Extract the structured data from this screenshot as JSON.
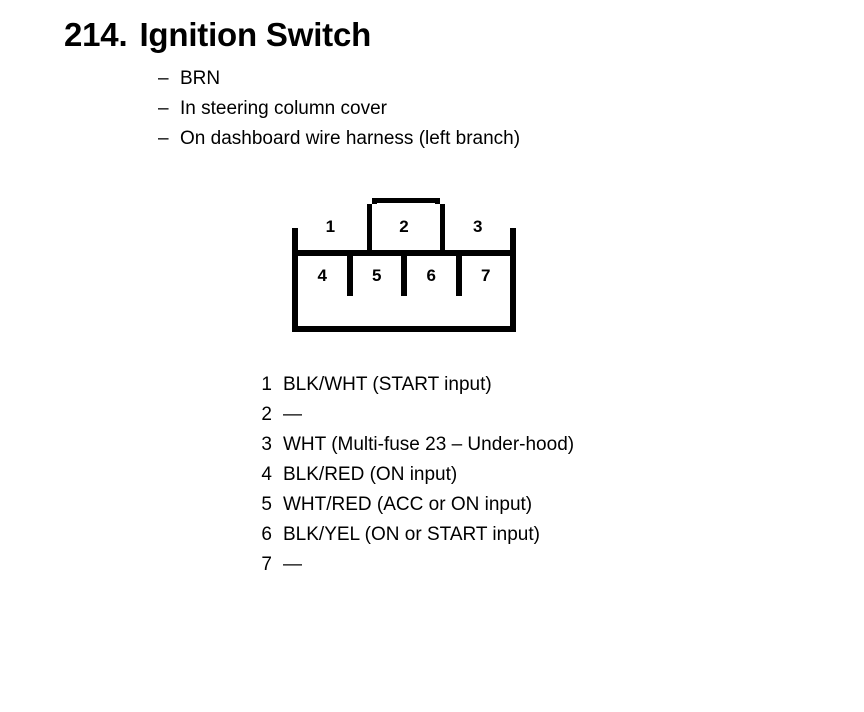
{
  "title": {
    "number": "214.",
    "text": "Ignition Switch"
  },
  "notes": {
    "dash": "–",
    "items": [
      "BRN",
      "In steering column cover",
      "On dashboard wire harness (left branch)"
    ]
  },
  "connector": {
    "top_row": [
      "1",
      "2",
      "3"
    ],
    "bottom_row": [
      "4",
      "5",
      "6",
      "7"
    ]
  },
  "legend": {
    "rows": [
      {
        "pin": "1",
        "desc": "BLK/WHT (START input)"
      },
      {
        "pin": "2",
        "desc": "—"
      },
      {
        "pin": "3",
        "desc": "WHT (Multi-fuse 23 – Under-hood)"
      },
      {
        "pin": "4",
        "desc": "BLK/RED (ON input)"
      },
      {
        "pin": "5",
        "desc": "WHT/RED (ACC or ON input)"
      },
      {
        "pin": "6",
        "desc": "BLK/YEL (ON or START input)"
      },
      {
        "pin": "7",
        "desc": "—"
      }
    ]
  },
  "colors": {
    "ink": "#000000",
    "paper": "#ffffff"
  }
}
